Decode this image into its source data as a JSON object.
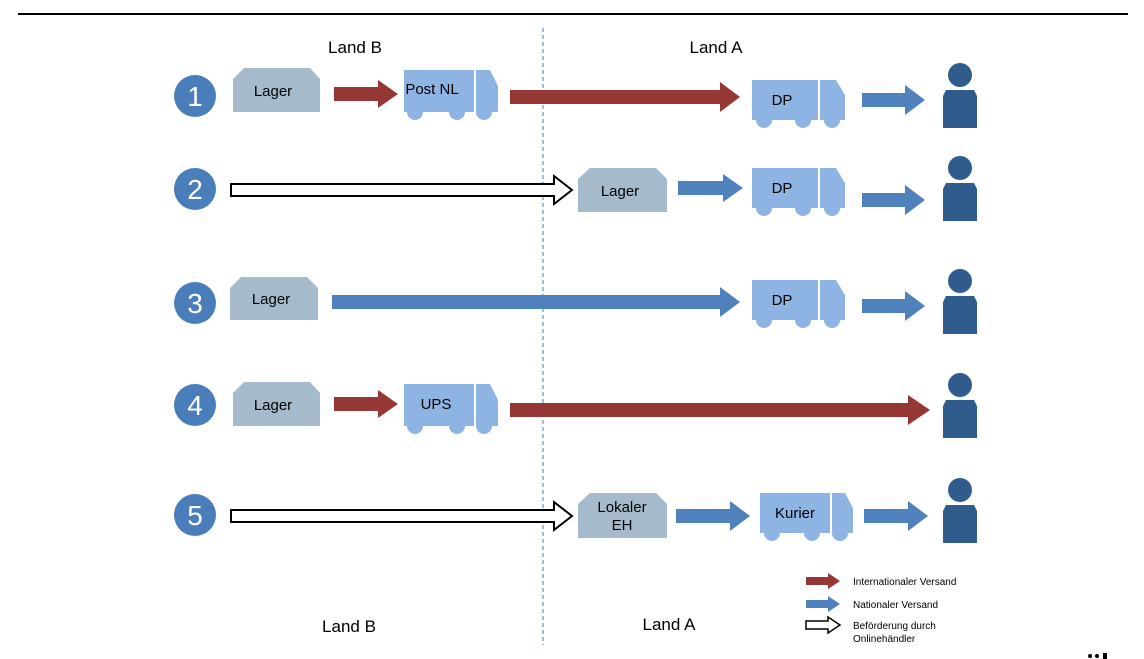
{
  "header": {
    "left_country": "Land B",
    "right_country": "Land A"
  },
  "footer": {
    "left_country": "Land B",
    "right_country": "Land A"
  },
  "rows": [
    {
      "number": "1",
      "nodes": [
        "Lager",
        "Post NL",
        "DP"
      ]
    },
    {
      "number": "2",
      "nodes": [
        "Lager",
        "DP"
      ]
    },
    {
      "number": "3",
      "nodes": [
        "Lager",
        "DP"
      ]
    },
    {
      "number": "4",
      "nodes": [
        "Lager",
        "UPS"
      ]
    },
    {
      "number": "5",
      "nodes": [
        "Lokaler",
        "EH",
        "Kurier"
      ]
    }
  ],
  "legend": {
    "international": "Internationaler Versand",
    "national": "Nationaler Versand",
    "merchant_line1": "Beförderung durch",
    "merchant_line2": "Onlinehändler"
  },
  "colors": {
    "international_arrow": "#953735",
    "national_arrow": "#4f81bd",
    "warehouse": "#a5bbcb",
    "truck": "#8eb4e3",
    "circle": "#4a7ebb",
    "person": "#2f5b8d",
    "divider": "#7f9fc8"
  },
  "icons": [
    "warehouse-icon",
    "truck-icon",
    "person-icon",
    "arrow-icon"
  ]
}
